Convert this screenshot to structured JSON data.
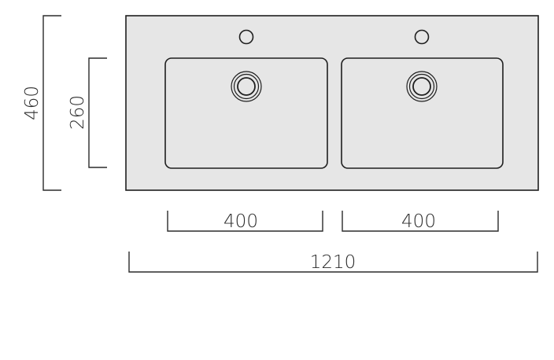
{
  "dimensions": {
    "total_depth": "460",
    "basin_depth": "260",
    "basin_left_width": "400",
    "basin_right_width": "400",
    "total_width": "1210"
  },
  "colors": {
    "countertop_fill": "#e6e6e6",
    "outline": "#1f1f1f",
    "dimension_line": "#2b2b2b"
  },
  "icons": {
    "tap_hole": "circle",
    "drain": "double-circle"
  }
}
